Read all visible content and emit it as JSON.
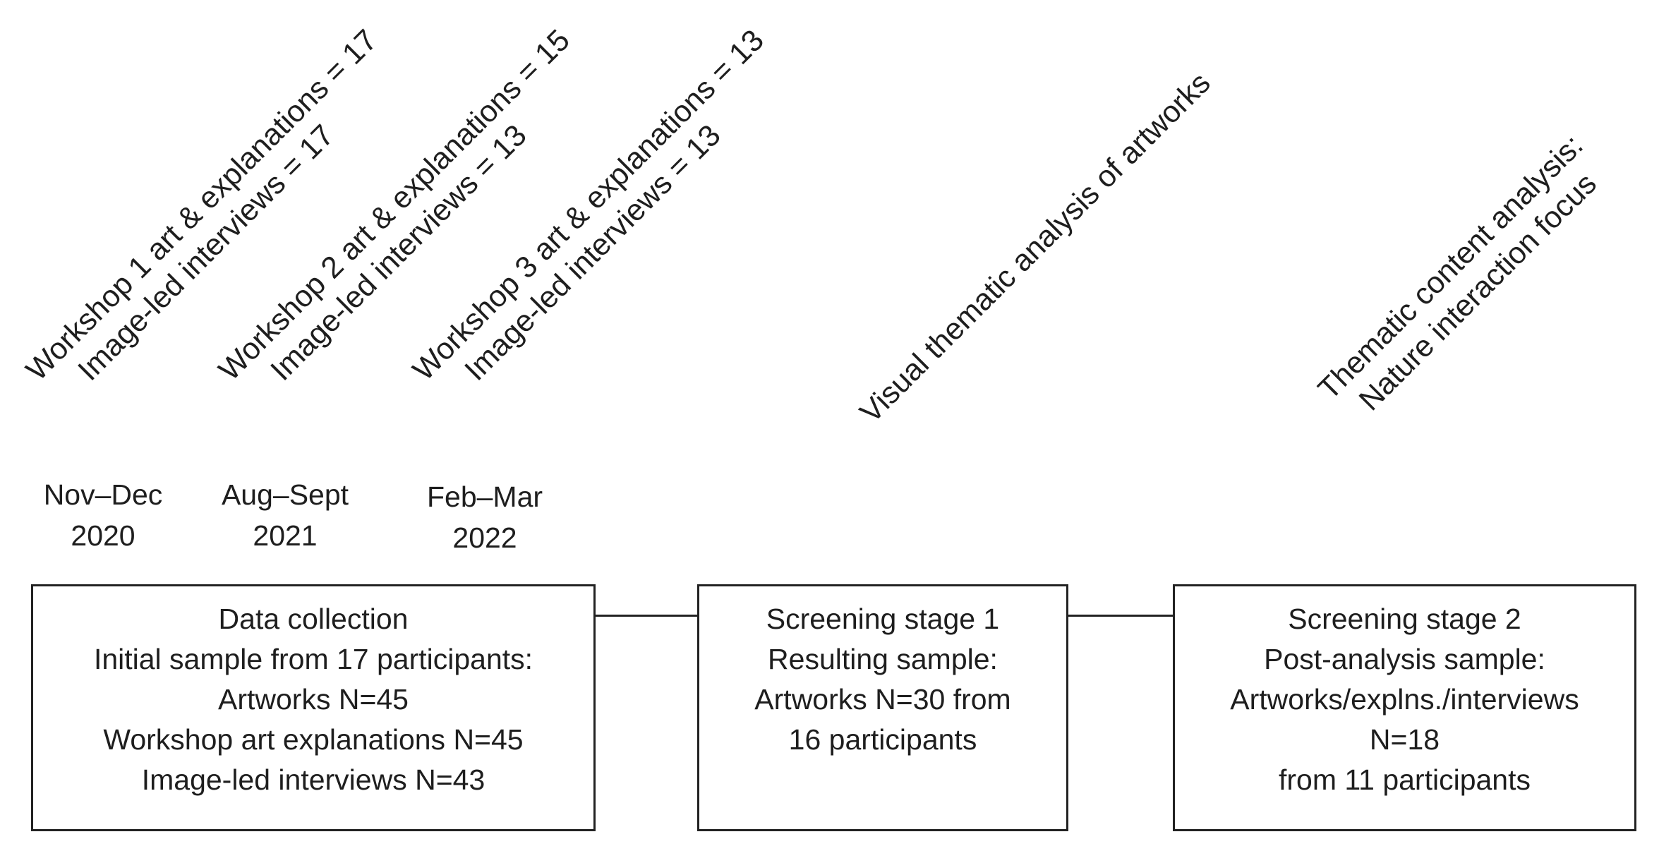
{
  "stage_labels": [
    {
      "line1": "Workshop 1 art & explanations = 17",
      "line2": "Image-led interviews = 17"
    },
    {
      "line1": "Workshop 2 art & explanations = 15",
      "line2": "Image-led interviews = 13"
    },
    {
      "line1": "Workshop 3 art & explanations = 13",
      "line2": "Image-led interviews = 13"
    },
    {
      "line1": "Visual thematic analysis of artworks"
    },
    {
      "line1": "Thematic content analysis:",
      "line2": "Nature interaction focus"
    }
  ],
  "dates": [
    {
      "months": "Nov–Dec",
      "year": "2020"
    },
    {
      "months": "Aug–Sept",
      "year": "2021"
    },
    {
      "months": "Feb–Mar",
      "year": "2022"
    }
  ],
  "boxes": {
    "data_collection": {
      "title": "Data collection",
      "lines": [
        "Initial sample from  17 participants:",
        "Artworks  N=45",
        "Workshop  art explanations N=45",
        "Image-led interviews N=43"
      ]
    },
    "screening_1": {
      "title": "Screening stage 1",
      "lines": [
        "Resulting sample:",
        "Artworks  N=30 from",
        "16 participants"
      ]
    },
    "screening_2": {
      "title": "Screening stage 2",
      "lines": [
        "Post-analysis sample:",
        "Artworks/explns./interviews",
        "N=18",
        "from 11 participants"
      ]
    }
  }
}
